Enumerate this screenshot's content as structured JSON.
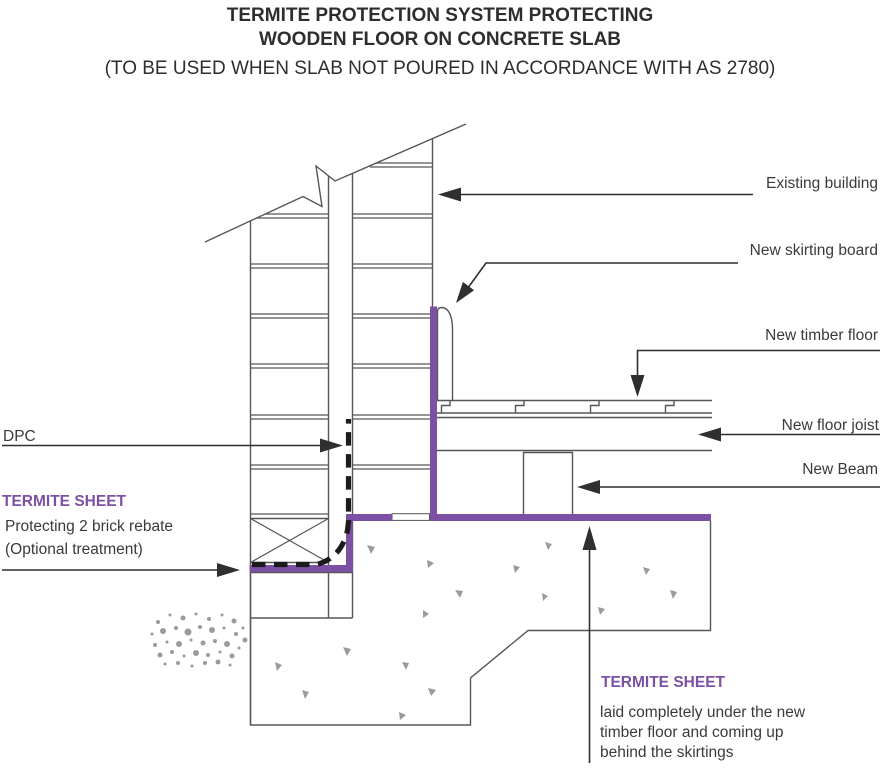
{
  "title": {
    "line1": "TERMITE PROTECTION SYSTEM PROTECTING",
    "line2": "WOODEN FLOOR ON CONCRETE SLAB",
    "subtitle": "(TO BE USED WHEN SLAB NOT POURED IN ACCORDANCE WITH AS 2780)"
  },
  "callouts": {
    "existing_building": "Existing building",
    "new_skirting_board": "New skirting board",
    "new_timber_floor": "New timber floor",
    "new_floor_joist": "New floor joist",
    "new_beam": "New Beam",
    "dpc": "DPC",
    "termite_sheet_rebate": {
      "heading": "TERMITE SHEET",
      "line1": "Protecting 2 brick rebate",
      "line2": "(Optional treatment)"
    },
    "termite_sheet_slab": {
      "heading": "TERMITE SHEET",
      "line1": "laid completely under the new",
      "line2": "timber floor and coming up",
      "line3": "behind the skirtings"
    }
  },
  "colors": {
    "termite_sheet_purple": "#7C51A5",
    "drawing_line": "#565656",
    "leader_line": "#2f2f2f",
    "dashed_dpc": "#1b1b1b",
    "concrete_speckle": "#9b9b9b",
    "text_dark": "#3a3a3a"
  }
}
